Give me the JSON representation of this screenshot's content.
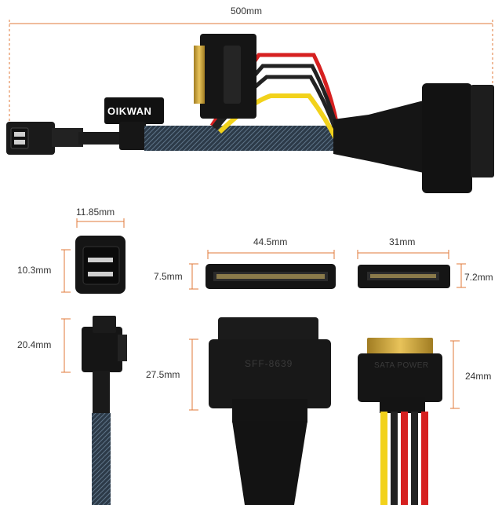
{
  "brand": "OIKWAN",
  "dimensions": {
    "total_length": "500mm",
    "minisas_width": "11.85mm",
    "minisas_height": "10.3mm",
    "u2_width": "44.5mm",
    "u2_height": "7.5mm",
    "sata_width": "31mm",
    "sata_height": "7.2mm",
    "minisas_plug_height": "20.4mm",
    "u2_connector_height": "27.5mm",
    "sata_power_height": "24mm"
  },
  "connector_text": {
    "u2_embossed": "SFF-8639",
    "sata_power_embossed": "SATA POWER"
  },
  "colors": {
    "dimension_line": "#e07a3a",
    "connector_body": "#1a1a1a",
    "wire_red": "#d62020",
    "wire_yellow": "#f2d21b",
    "wire_black": "#222222",
    "sleeve": "#3a4f63",
    "gold_pins": "#c9a23a"
  }
}
